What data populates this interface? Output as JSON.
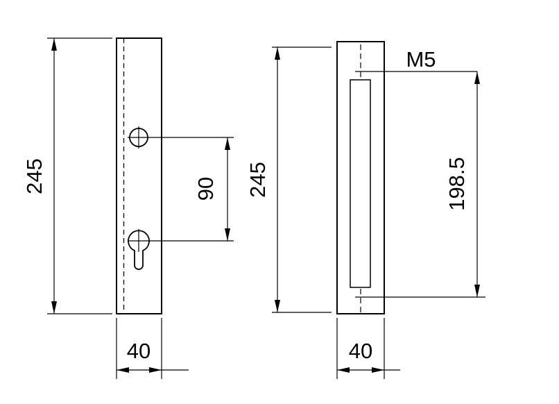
{
  "drawing": {
    "kind": "technical-drawing",
    "colors": {
      "line": "#000000",
      "background": "#ffffff"
    },
    "front_view": {
      "height_dim": "245",
      "hole_spacing_dim": "90",
      "width_dim": "40"
    },
    "back_view": {
      "height_dim": "245",
      "screw_thread_label": "M5",
      "screw_spacing_dim": "198.5",
      "width_dim": "40"
    }
  }
}
